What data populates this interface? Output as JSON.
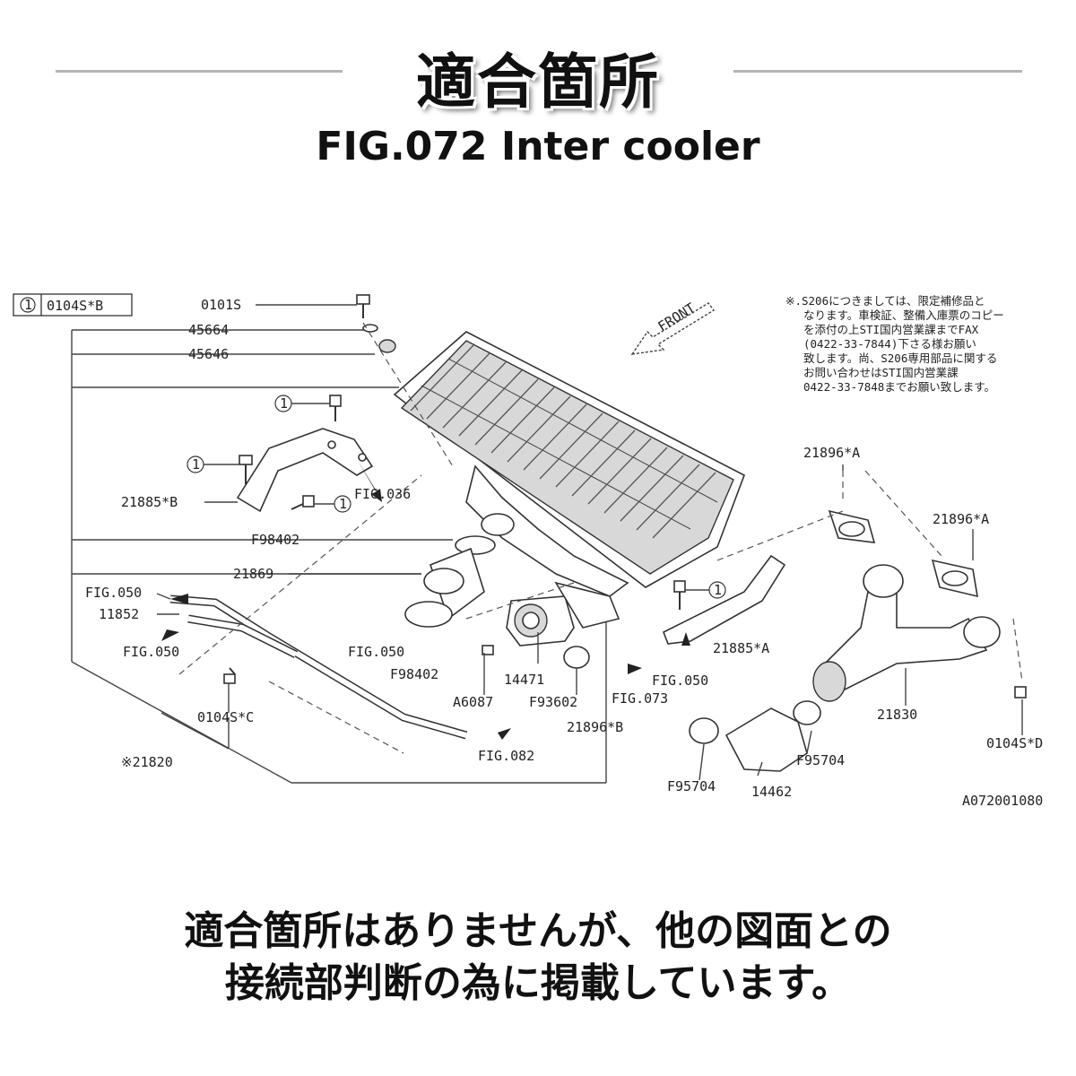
{
  "header": {
    "title": "適合箇所",
    "figure_title": "FIG.072 Inter cooler"
  },
  "diagram": {
    "legend_number": "1",
    "legend_code": "0104S*B",
    "front_label": "FRONT",
    "drawing_code": "A072001080",
    "note_lines": [
      "※.S206につきましては、限定補修品と",
      "なります。車検証、整備入庫票のコピー",
      "を添付の上STI国内営業課までFAX",
      "(0422-33-7844)下さる様お願い",
      "致します。尚、S206専用部品に関する",
      "お問い合わせはSTI国内営業課",
      "0422-33-7848までお願い致します。"
    ],
    "labels": {
      "p0101s": "0101S",
      "p45664": "45664",
      "p45646": "45646",
      "p21885b": "21885*B",
      "fig036": "FIG.036",
      "f98402a": "F98402",
      "p21869": "21869",
      "fig050a": "FIG.050",
      "p11852": "11852",
      "fig050b": "FIG.050",
      "fig050c": "FIG.050",
      "f98402b": "F98402",
      "p14471": "14471",
      "a6087": "A6087",
      "f93602": "F93602",
      "fig073": "FIG.073",
      "fig050d": "FIG.050",
      "p0104sc": "0104S*C",
      "p21896b": "21896*B",
      "p21820": "※21820",
      "fig082": "FIG.082",
      "p21885a": "21885*A",
      "p21896a1": "21896*A",
      "p21896a2": "21896*A",
      "p21830": "21830",
      "p0104sd": "0104S*D",
      "f95704a": "F95704",
      "f95704b": "F95704",
      "p14462": "14462",
      "circle1": "1"
    }
  },
  "footer": {
    "note_line1": "適合箇所はありませんが、他の図面との",
    "note_line2": "接続部判断の為に掲載しています。"
  }
}
